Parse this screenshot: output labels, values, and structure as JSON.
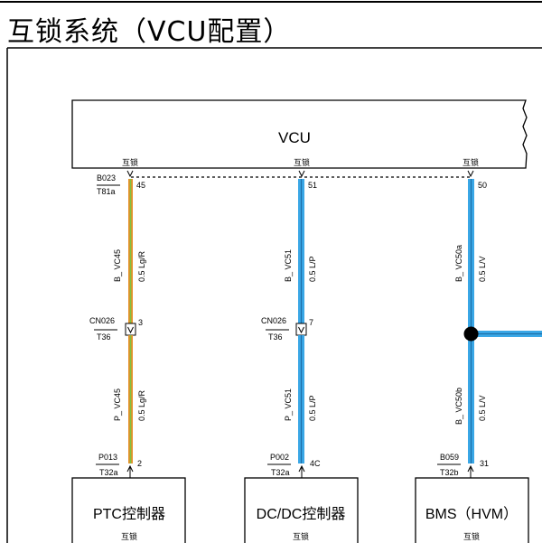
{
  "title": "互锁系统（VCU配置）",
  "vcu": {
    "label": "VCU"
  },
  "pin_label": "互锁",
  "circuits": [
    {
      "id": "c1",
      "colors": [
        "#e8902a",
        "#7fc242"
      ],
      "top_connector": "B023",
      "top_terminal": "T81a",
      "top_pin": "45",
      "wire_top": "B_ VC45",
      "wire_top_spec": "0.5 Lg/R",
      "inline_connector": "CN026",
      "inline_terminal": "T36",
      "inline_pin": "3",
      "wire_bottom": "P_ VC45",
      "wire_bottom_spec": "0.5 Lg/R",
      "bottom_connector": "P013",
      "bottom_terminal": "T32a",
      "bottom_pin": "2",
      "device": "PTC控制器"
    },
    {
      "id": "c2",
      "colors": [
        "#3aa7e6",
        "#3aa7e6"
      ],
      "top_connector": "",
      "top_terminal": "",
      "top_pin": "51",
      "wire_top": "B_ VC51",
      "wire_top_spec": "0.5 L/P",
      "inline_connector": "CN026",
      "inline_terminal": "T36",
      "inline_pin": "7",
      "wire_bottom": "P_ VC51",
      "wire_bottom_spec": "0.5 L/P",
      "bottom_connector": "P002",
      "bottom_terminal": "T32a",
      "bottom_pin": "4C",
      "device": "DC/DC控制器"
    },
    {
      "id": "c3",
      "colors": [
        "#3aa7e6",
        "#3aa7e6"
      ],
      "top_connector": "",
      "top_terminal": "",
      "top_pin": "50",
      "wire_top": "B_ VC50a",
      "wire_top_spec": "0.5 L/V",
      "inline_connector": "",
      "inline_terminal": "",
      "inline_pin": "",
      "wire_bottom": "B_ VC50b",
      "wire_bottom_spec": "0.5 L/V",
      "bottom_connector": "B059",
      "bottom_terminal": "T32b",
      "bottom_pin": "31",
      "device": "BMS（HVM）"
    }
  ]
}
